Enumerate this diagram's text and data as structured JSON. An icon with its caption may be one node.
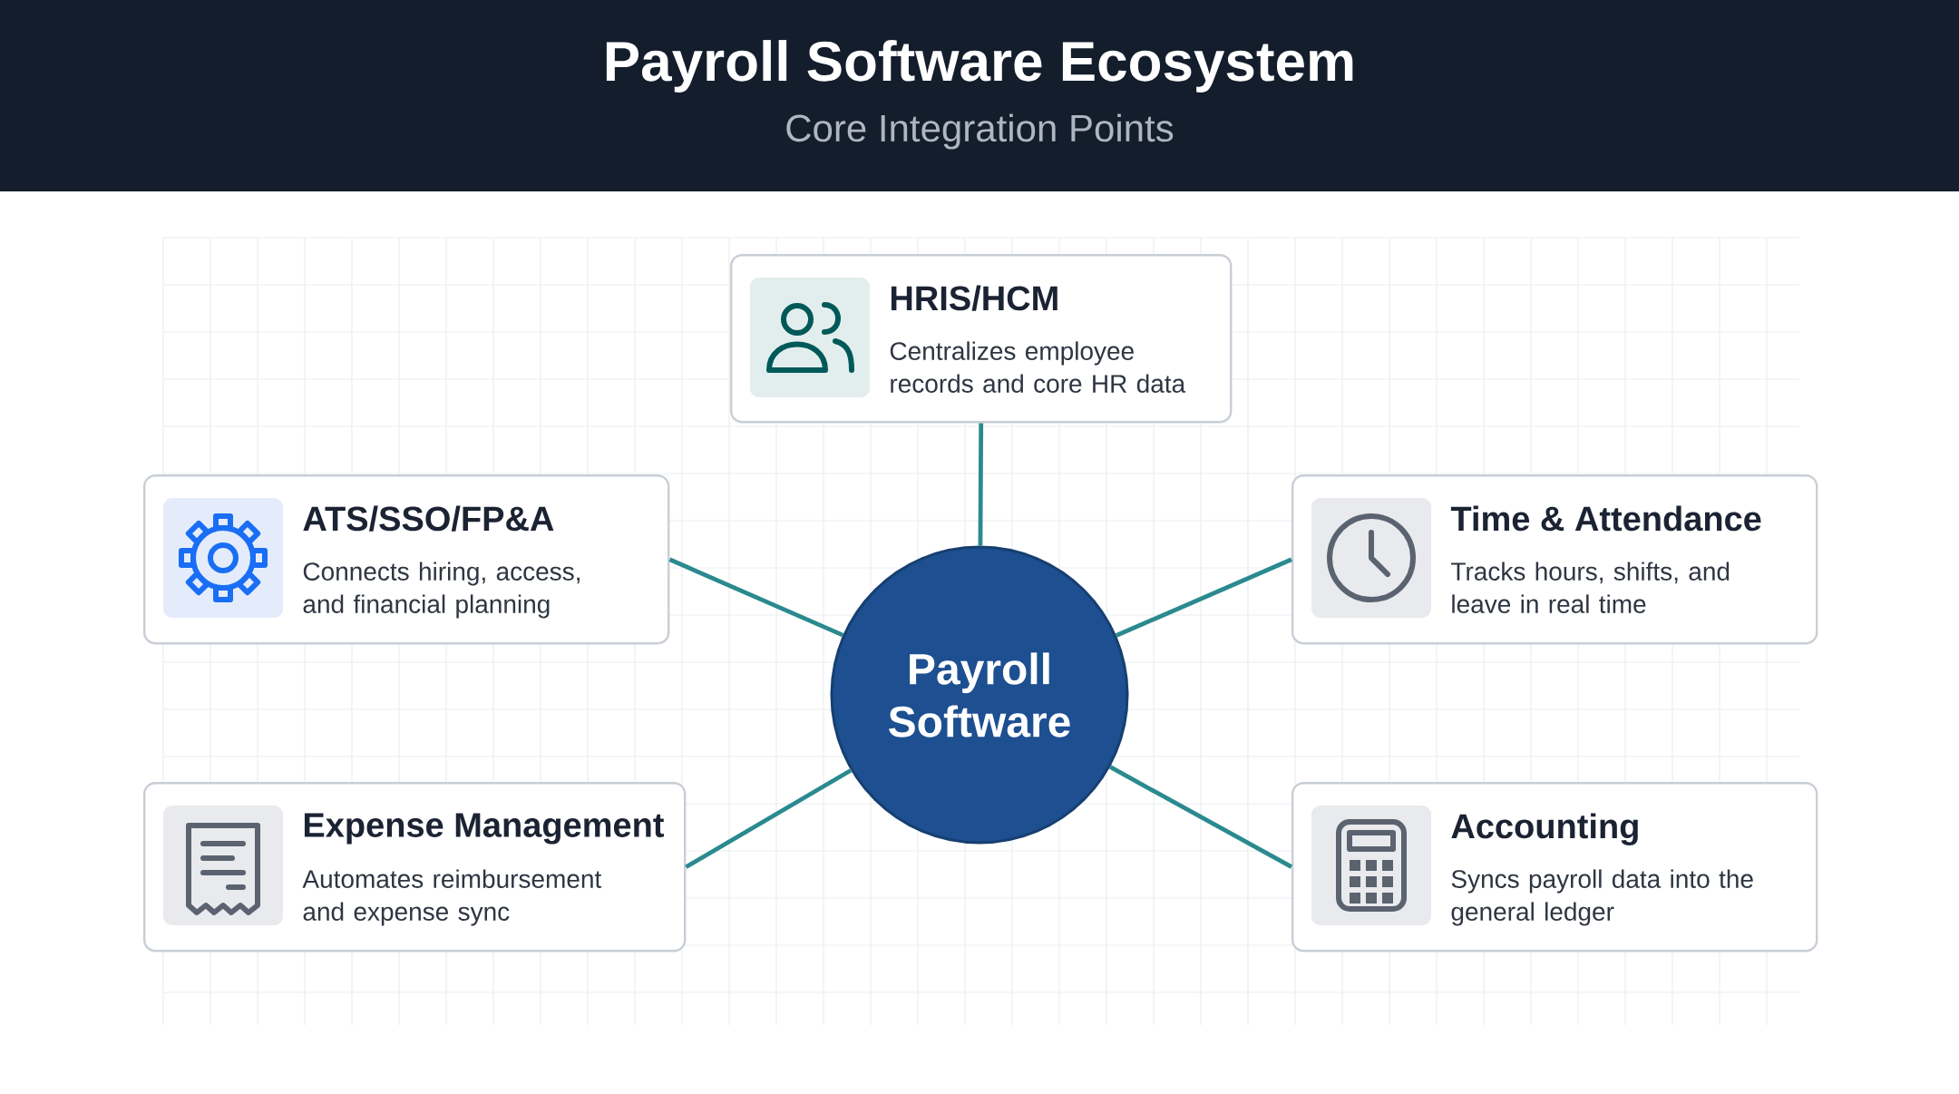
{
  "diagram": {
    "title": "Payroll Software Ecosystem",
    "nodes": [
      {
        "text": [
          "HRIS/HCM",
          "Centralizes employee records and core HR data"
        ]
      },
      {
        "text": [
          "ATS/SSO/FP&A",
          "Connects hiring, access, and financial planning"
        ]
      },
      {
        "text": [
          "Time & Attendance",
          "Tracks hours, shifts, and leave in real time"
        ]
      },
      {
        "text": [
          "Payroll Software"
        ]
      },
      {
        "text": [
          "Expense Management",
          "Automates reimbursement and expense sync"
        ]
      },
      {
        "text": [
          "Accounting",
          "Syncs payroll data into the general ledger"
        ]
      }
    ],
    "edges": [
      {
        "from": 3,
        "to": 0,
        "arrow": "none"
      },
      {
        "from": 3,
        "to": 1,
        "arrow": "none"
      },
      {
        "from": 3,
        "to": 2,
        "arrow": "none"
      },
      {
        "from": 3,
        "to": 4,
        "arrow": "none"
      },
      {
        "from": 3,
        "to": 5,
        "arrow": "none"
      }
    ],
    "labels": [
      "Core Integration Points"
    ]
  }
}
